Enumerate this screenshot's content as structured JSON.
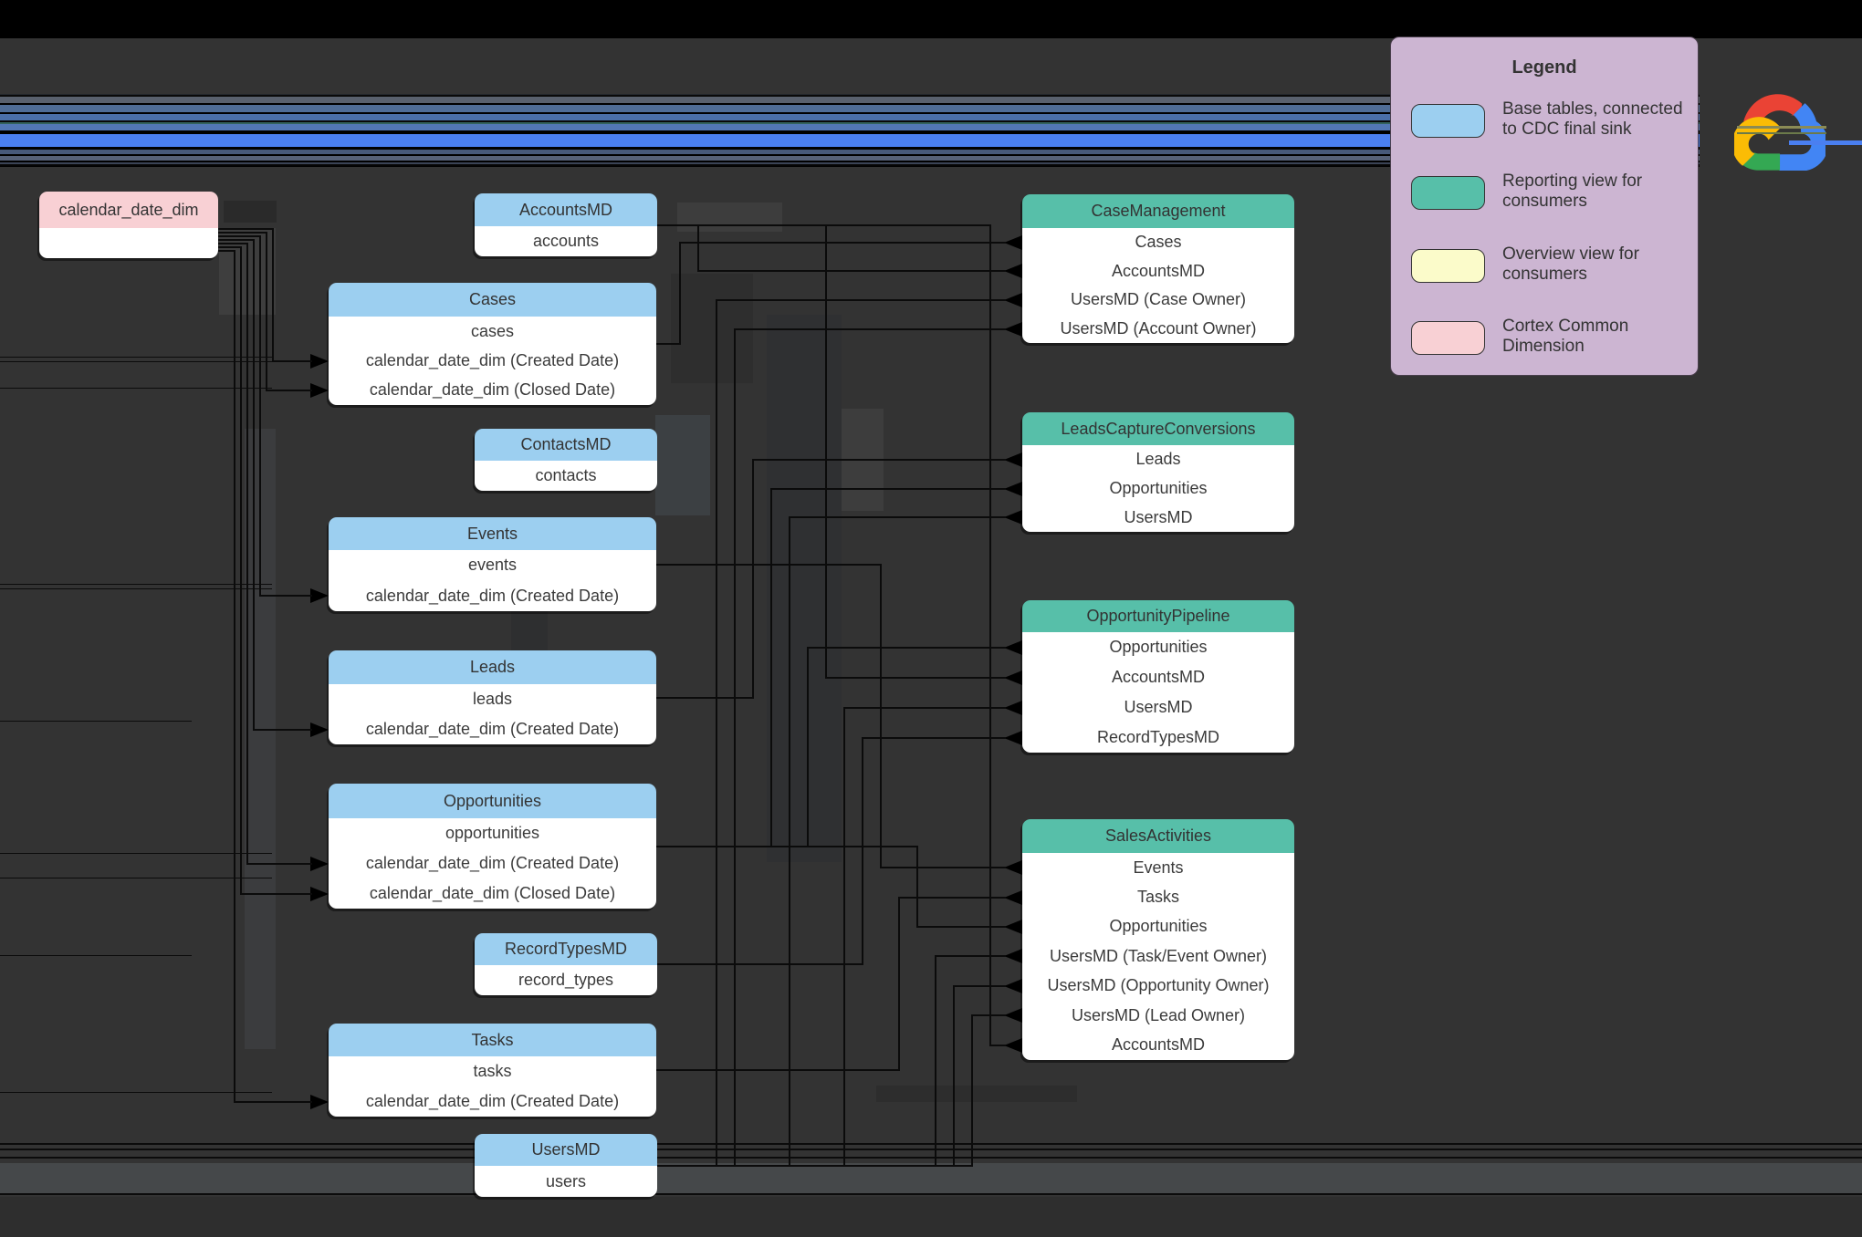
{
  "colors": {
    "canvas": "#333333",
    "base_header": "#9ccff0",
    "reporting_header": "#57bfa9",
    "overview_header": "#fbfbca",
    "dimension_header": "#f8d0d4",
    "connector": "#0b0b0b"
  },
  "legend": {
    "title": "Legend",
    "items": [
      {
        "swatch_color": "#9ccff0",
        "label": "Base tables, connected to CDC final sink"
      },
      {
        "swatch_color": "#57bfa9",
        "label": "Reporting view for consumers"
      },
      {
        "swatch_color": "#fbfbca",
        "label": "Overview view for consumers"
      },
      {
        "swatch_color": "#f8d0d4",
        "label": "Cortex Common Dimension"
      }
    ]
  },
  "logo": {
    "name": "google-cloud-logo"
  },
  "tables": [
    {
      "id": "calendar_date_dim",
      "title": "calendar_date_dim",
      "kind": "dimension",
      "rows": [
        ""
      ]
    },
    {
      "id": "AccountsMD",
      "title": "AccountsMD",
      "kind": "base",
      "rows": [
        "accounts"
      ]
    },
    {
      "id": "Cases",
      "title": "Cases",
      "kind": "base",
      "rows": [
        "cases",
        "calendar_date_dim (Created Date)",
        "calendar_date_dim (Closed Date)"
      ]
    },
    {
      "id": "ContactsMD",
      "title": "ContactsMD",
      "kind": "base",
      "rows": [
        "contacts"
      ]
    },
    {
      "id": "Events",
      "title": "Events",
      "kind": "base",
      "rows": [
        "events",
        "calendar_date_dim (Created Date)"
      ]
    },
    {
      "id": "Leads",
      "title": "Leads",
      "kind": "base",
      "rows": [
        "leads",
        "calendar_date_dim (Created Date)"
      ]
    },
    {
      "id": "Opportunities",
      "title": "Opportunities",
      "kind": "base",
      "rows": [
        "opportunities",
        "calendar_date_dim (Created Date)",
        "calendar_date_dim (Closed Date)"
      ]
    },
    {
      "id": "RecordTypesMD",
      "title": "RecordTypesMD",
      "kind": "base",
      "rows": [
        "record_types"
      ]
    },
    {
      "id": "Tasks",
      "title": "Tasks",
      "kind": "base",
      "rows": [
        "tasks",
        "calendar_date_dim (Created Date)"
      ]
    },
    {
      "id": "UsersMD",
      "title": "UsersMD",
      "kind": "base",
      "rows": [
        "users"
      ]
    },
    {
      "id": "CaseManagement",
      "title": "CaseManagement",
      "kind": "reporting",
      "rows": [
        "Cases",
        "AccountsMD",
        "UsersMD (Case Owner)",
        "UsersMD (Account Owner)"
      ]
    },
    {
      "id": "LeadsCaptureConversions",
      "title": "LeadsCaptureConversions",
      "kind": "reporting",
      "rows": [
        "Leads",
        "Opportunities",
        "UsersMD"
      ]
    },
    {
      "id": "OpportunityPipeline",
      "title": "OpportunityPipeline",
      "kind": "reporting",
      "rows": [
        "Opportunities",
        "AccountsMD",
        "UsersMD",
        "RecordTypesMD"
      ]
    },
    {
      "id": "SalesActivities",
      "title": "SalesActivities",
      "kind": "reporting",
      "rows": [
        "Events",
        "Tasks",
        "Opportunities",
        "UsersMD (Task/Event Owner)",
        "UsersMD (Opportunity Owner)",
        "UsersMD (Lead Owner)",
        "AccountsMD"
      ]
    }
  ],
  "connections": [
    {
      "from": "Cases",
      "from_row": 1,
      "to": "calendar_date_dim"
    },
    {
      "from": "Cases",
      "from_row": 2,
      "to": "calendar_date_dim"
    },
    {
      "from": "Events",
      "from_row": 1,
      "to": "calendar_date_dim"
    },
    {
      "from": "Leads",
      "from_row": 1,
      "to": "calendar_date_dim"
    },
    {
      "from": "Opportunities",
      "from_row": 1,
      "to": "calendar_date_dim"
    },
    {
      "from": "Opportunities",
      "from_row": 2,
      "to": "calendar_date_dim"
    },
    {
      "from": "Tasks",
      "from_row": 1,
      "to": "calendar_date_dim"
    },
    {
      "from": "CaseManagement",
      "from_row": 0,
      "to": "Cases"
    },
    {
      "from": "CaseManagement",
      "from_row": 1,
      "to": "AccountsMD"
    },
    {
      "from": "CaseManagement",
      "from_row": 2,
      "to": "UsersMD"
    },
    {
      "from": "CaseManagement",
      "from_row": 3,
      "to": "UsersMD"
    },
    {
      "from": "LeadsCaptureConversions",
      "from_row": 0,
      "to": "Leads"
    },
    {
      "from": "LeadsCaptureConversions",
      "from_row": 1,
      "to": "Opportunities"
    },
    {
      "from": "LeadsCaptureConversions",
      "from_row": 2,
      "to": "UsersMD"
    },
    {
      "from": "OpportunityPipeline",
      "from_row": 0,
      "to": "Opportunities"
    },
    {
      "from": "OpportunityPipeline",
      "from_row": 1,
      "to": "AccountsMD"
    },
    {
      "from": "OpportunityPipeline",
      "from_row": 2,
      "to": "UsersMD"
    },
    {
      "from": "OpportunityPipeline",
      "from_row": 3,
      "to": "RecordTypesMD"
    },
    {
      "from": "SalesActivities",
      "from_row": 0,
      "to": "Events"
    },
    {
      "from": "SalesActivities",
      "from_row": 1,
      "to": "Tasks"
    },
    {
      "from": "SalesActivities",
      "from_row": 2,
      "to": "Opportunities"
    },
    {
      "from": "SalesActivities",
      "from_row": 3,
      "to": "UsersMD"
    },
    {
      "from": "SalesActivities",
      "from_row": 4,
      "to": "UsersMD"
    },
    {
      "from": "SalesActivities",
      "from_row": 5,
      "to": "UsersMD"
    },
    {
      "from": "SalesActivities",
      "from_row": 6,
      "to": "AccountsMD"
    }
  ]
}
